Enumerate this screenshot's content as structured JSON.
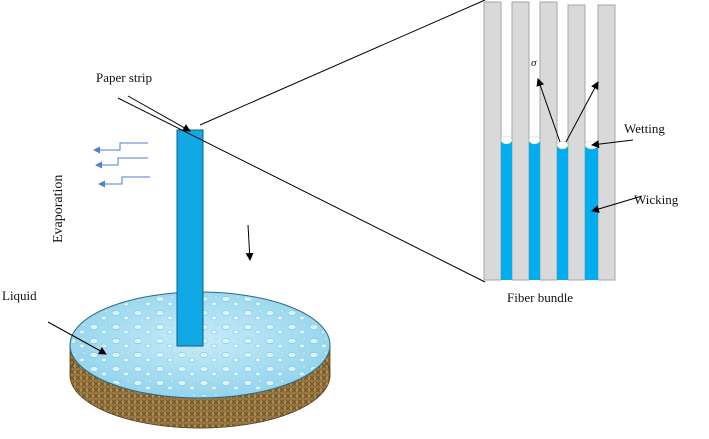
{
  "labels": {
    "paper_strip": "Paper strip",
    "evaporation": "Evaporation",
    "liquid": "Liquid",
    "wetting": "Wetting",
    "wicking": "Wicking",
    "fiber_bundle": "Fiber bundle",
    "sigma": "σ"
  },
  "colors": {
    "liquid_blue": "#00adef",
    "strip_blue": "#12a8e6",
    "fiber_gray": "#d9d9d9",
    "fiber_edge": "#a6a6a6",
    "arrow_blue": "#4f7fd0",
    "dish_top": "#a9dff2",
    "dish_base": "#9c7a42",
    "line": "#000000"
  }
}
